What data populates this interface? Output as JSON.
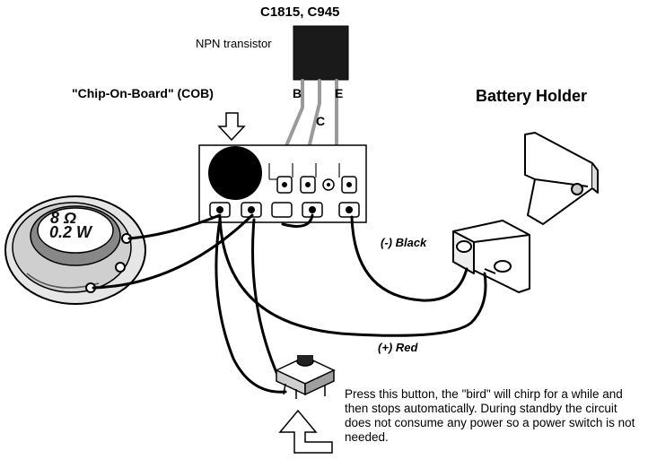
{
  "transistor": {
    "part_numbers": "C1815, C945",
    "type_label": "NPN transistor",
    "pin_b": "B",
    "pin_c": "C",
    "pin_e": "E"
  },
  "cob": {
    "label": "\"Chip-On-Board\"  (COB)"
  },
  "battery": {
    "label": "Battery Holder"
  },
  "speaker": {
    "impedance": "8 Ω",
    "power": "0.2 W"
  },
  "wires": {
    "black": "(-) Black",
    "red": "(+)  Red"
  },
  "button": {
    "note": "Press this button, the \"bird\" will chirp for a while and then stops automatically. During standby the circuit does not consume any power so a power switch  is  not needed."
  }
}
